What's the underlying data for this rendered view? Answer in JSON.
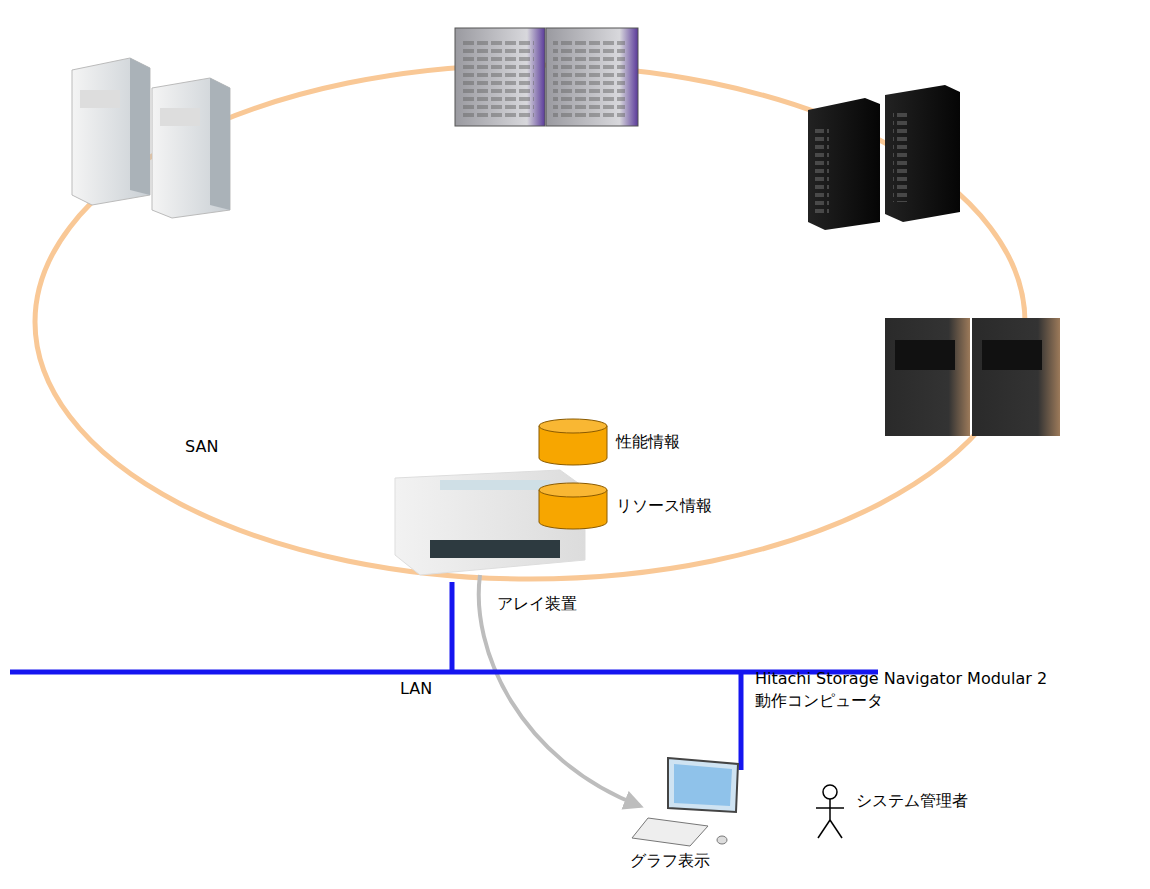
{
  "diagram": {
    "nodes": [
      {
        "text": [
          "性能情報"
        ]
      },
      {
        "text": [
          "リソース情報"
        ]
      }
    ],
    "labels": [
      "SAN",
      "アレイ装置",
      "LAN",
      "Hitachi Storage Navigator Modular 2 動作コンピュータ",
      "システム管理者",
      "グラフ表示"
    ]
  }
}
